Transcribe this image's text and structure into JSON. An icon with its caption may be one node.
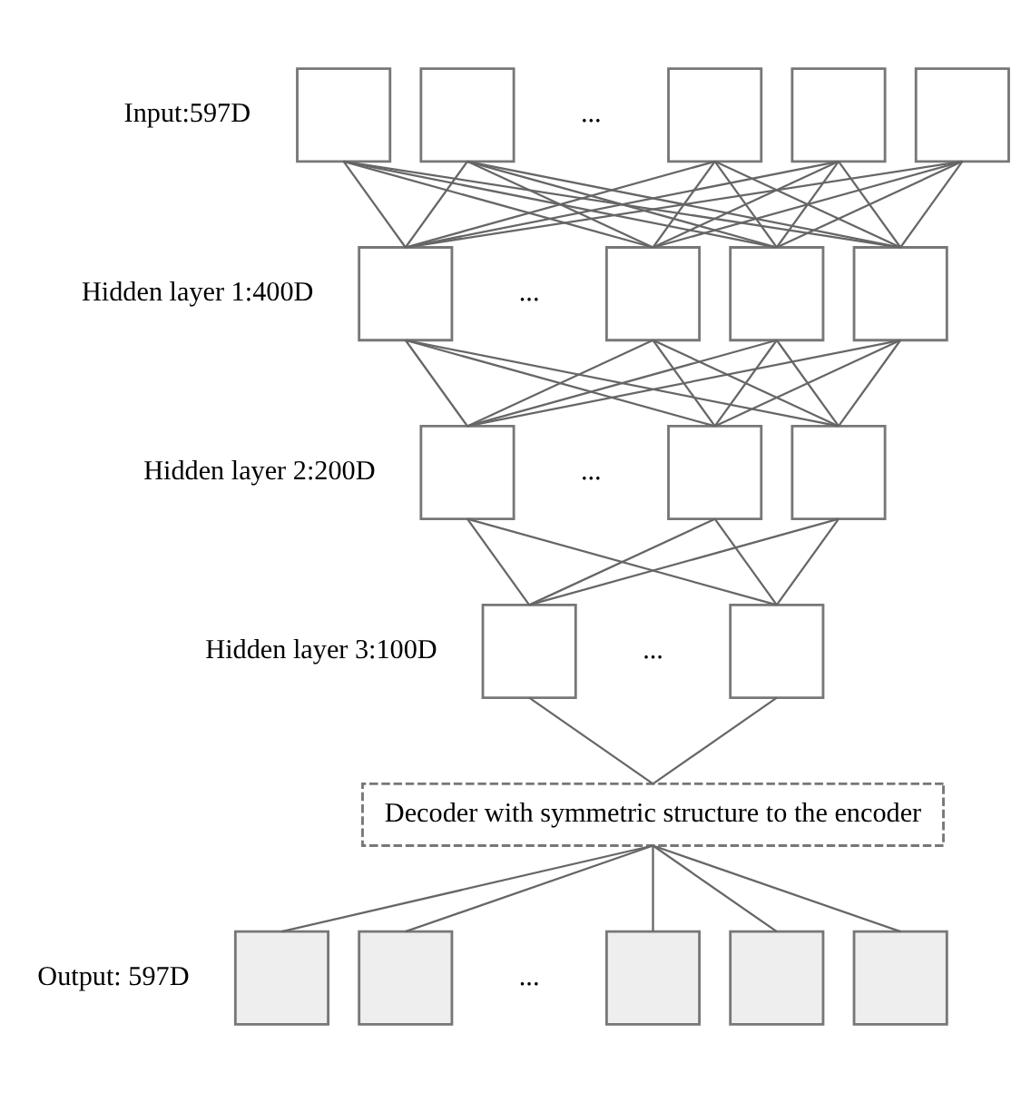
{
  "diagram": {
    "nodes": [
      {
        "text": [],
        "shape": "box"
      },
      {
        "text": [],
        "shape": "box"
      },
      {
        "text": [],
        "shape": "box"
      },
      {
        "text": [],
        "shape": "box"
      },
      {
        "text": [],
        "shape": "box"
      },
      {
        "text": [],
        "shape": "box"
      },
      {
        "text": [],
        "shape": "box"
      },
      {
        "text": [],
        "shape": "box"
      },
      {
        "text": [],
        "shape": "box"
      },
      {
        "text": [],
        "shape": "box"
      },
      {
        "text": [],
        "shape": "box"
      },
      {
        "text": [],
        "shape": "box"
      },
      {
        "text": [],
        "shape": "box"
      },
      {
        "text": [],
        "shape": "box"
      },
      {
        "text": [
          "Decoder with symmetric structure to the encoder"
        ]
      },
      {
        "text": [],
        "shape": "box"
      },
      {
        "text": [],
        "shape": "box"
      },
      {
        "text": [],
        "shape": "box"
      },
      {
        "text": [],
        "shape": "box"
      },
      {
        "text": [],
        "shape": "box"
      }
    ],
    "edges": [
      {
        "from": 0,
        "to": 5,
        "arrow": "none"
      },
      {
        "from": 0,
        "to": 6,
        "arrow": "none"
      },
      {
        "from": 0,
        "to": 7,
        "arrow": "none"
      },
      {
        "from": 0,
        "to": 8,
        "arrow": "none"
      },
      {
        "from": 1,
        "to": 5,
        "arrow": "none"
      },
      {
        "from": 1,
        "to": 6,
        "arrow": "none"
      },
      {
        "from": 1,
        "to": 7,
        "arrow": "none"
      },
      {
        "from": 1,
        "to": 8,
        "arrow": "none"
      },
      {
        "from": 2,
        "to": 5,
        "arrow": "none"
      },
      {
        "from": 2,
        "to": 6,
        "arrow": "none"
      },
      {
        "from": 2,
        "to": 7,
        "arrow": "none"
      },
      {
        "from": 2,
        "to": 8,
        "arrow": "none"
      },
      {
        "from": 3,
        "to": 5,
        "arrow": "none"
      },
      {
        "from": 3,
        "to": 6,
        "arrow": "none"
      },
      {
        "from": 3,
        "to": 7,
        "arrow": "none"
      },
      {
        "from": 3,
        "to": 8,
        "arrow": "none"
      },
      {
        "from": 4,
        "to": 5,
        "arrow": "none"
      },
      {
        "from": 4,
        "to": 6,
        "arrow": "none"
      },
      {
        "from": 4,
        "to": 7,
        "arrow": "none"
      },
      {
        "from": 4,
        "to": 8,
        "arrow": "none"
      },
      {
        "from": 5,
        "to": 9,
        "arrow": "none"
      },
      {
        "from": 5,
        "to": 10,
        "arrow": "none"
      },
      {
        "from": 5,
        "to": 11,
        "arrow": "none"
      },
      {
        "from": 6,
        "to": 9,
        "arrow": "none"
      },
      {
        "from": 6,
        "to": 10,
        "arrow": "none"
      },
      {
        "from": 6,
        "to": 11,
        "arrow": "none"
      },
      {
        "from": 7,
        "to": 9,
        "arrow": "none"
      },
      {
        "from": 7,
        "to": 10,
        "arrow": "none"
      },
      {
        "from": 7,
        "to": 11,
        "arrow": "none"
      },
      {
        "from": 8,
        "to": 9,
        "arrow": "none"
      },
      {
        "from": 8,
        "to": 10,
        "arrow": "none"
      },
      {
        "from": 8,
        "to": 11,
        "arrow": "none"
      },
      {
        "from": 9,
        "to": 12,
        "arrow": "none"
      },
      {
        "from": 9,
        "to": 13,
        "arrow": "none"
      },
      {
        "from": 10,
        "to": 12,
        "arrow": "none"
      },
      {
        "from": 10,
        "to": 13,
        "arrow": "none"
      },
      {
        "from": 11,
        "to": 12,
        "arrow": "none"
      },
      {
        "from": 11,
        "to": 13,
        "arrow": "none"
      },
      {
        "from": 12,
        "to": 14,
        "arrow": "none"
      },
      {
        "from": 13,
        "to": 14,
        "arrow": "none"
      },
      {
        "from": 14,
        "to": 15,
        "arrow": "none"
      },
      {
        "from": 14,
        "to": 16,
        "arrow": "none"
      },
      {
        "from": 14,
        "to": 17,
        "arrow": "none"
      },
      {
        "from": 14,
        "to": 18,
        "arrow": "none"
      },
      {
        "from": 14,
        "to": 19,
        "arrow": "none"
      }
    ],
    "labels": [
      "Input:597D",
      "...",
      "Hidden layer 1:400D",
      "...",
      "Hidden layer 2:200D",
      "...",
      "Hidden layer 3:100D",
      "...",
      "Output: 597D",
      "..."
    ]
  }
}
